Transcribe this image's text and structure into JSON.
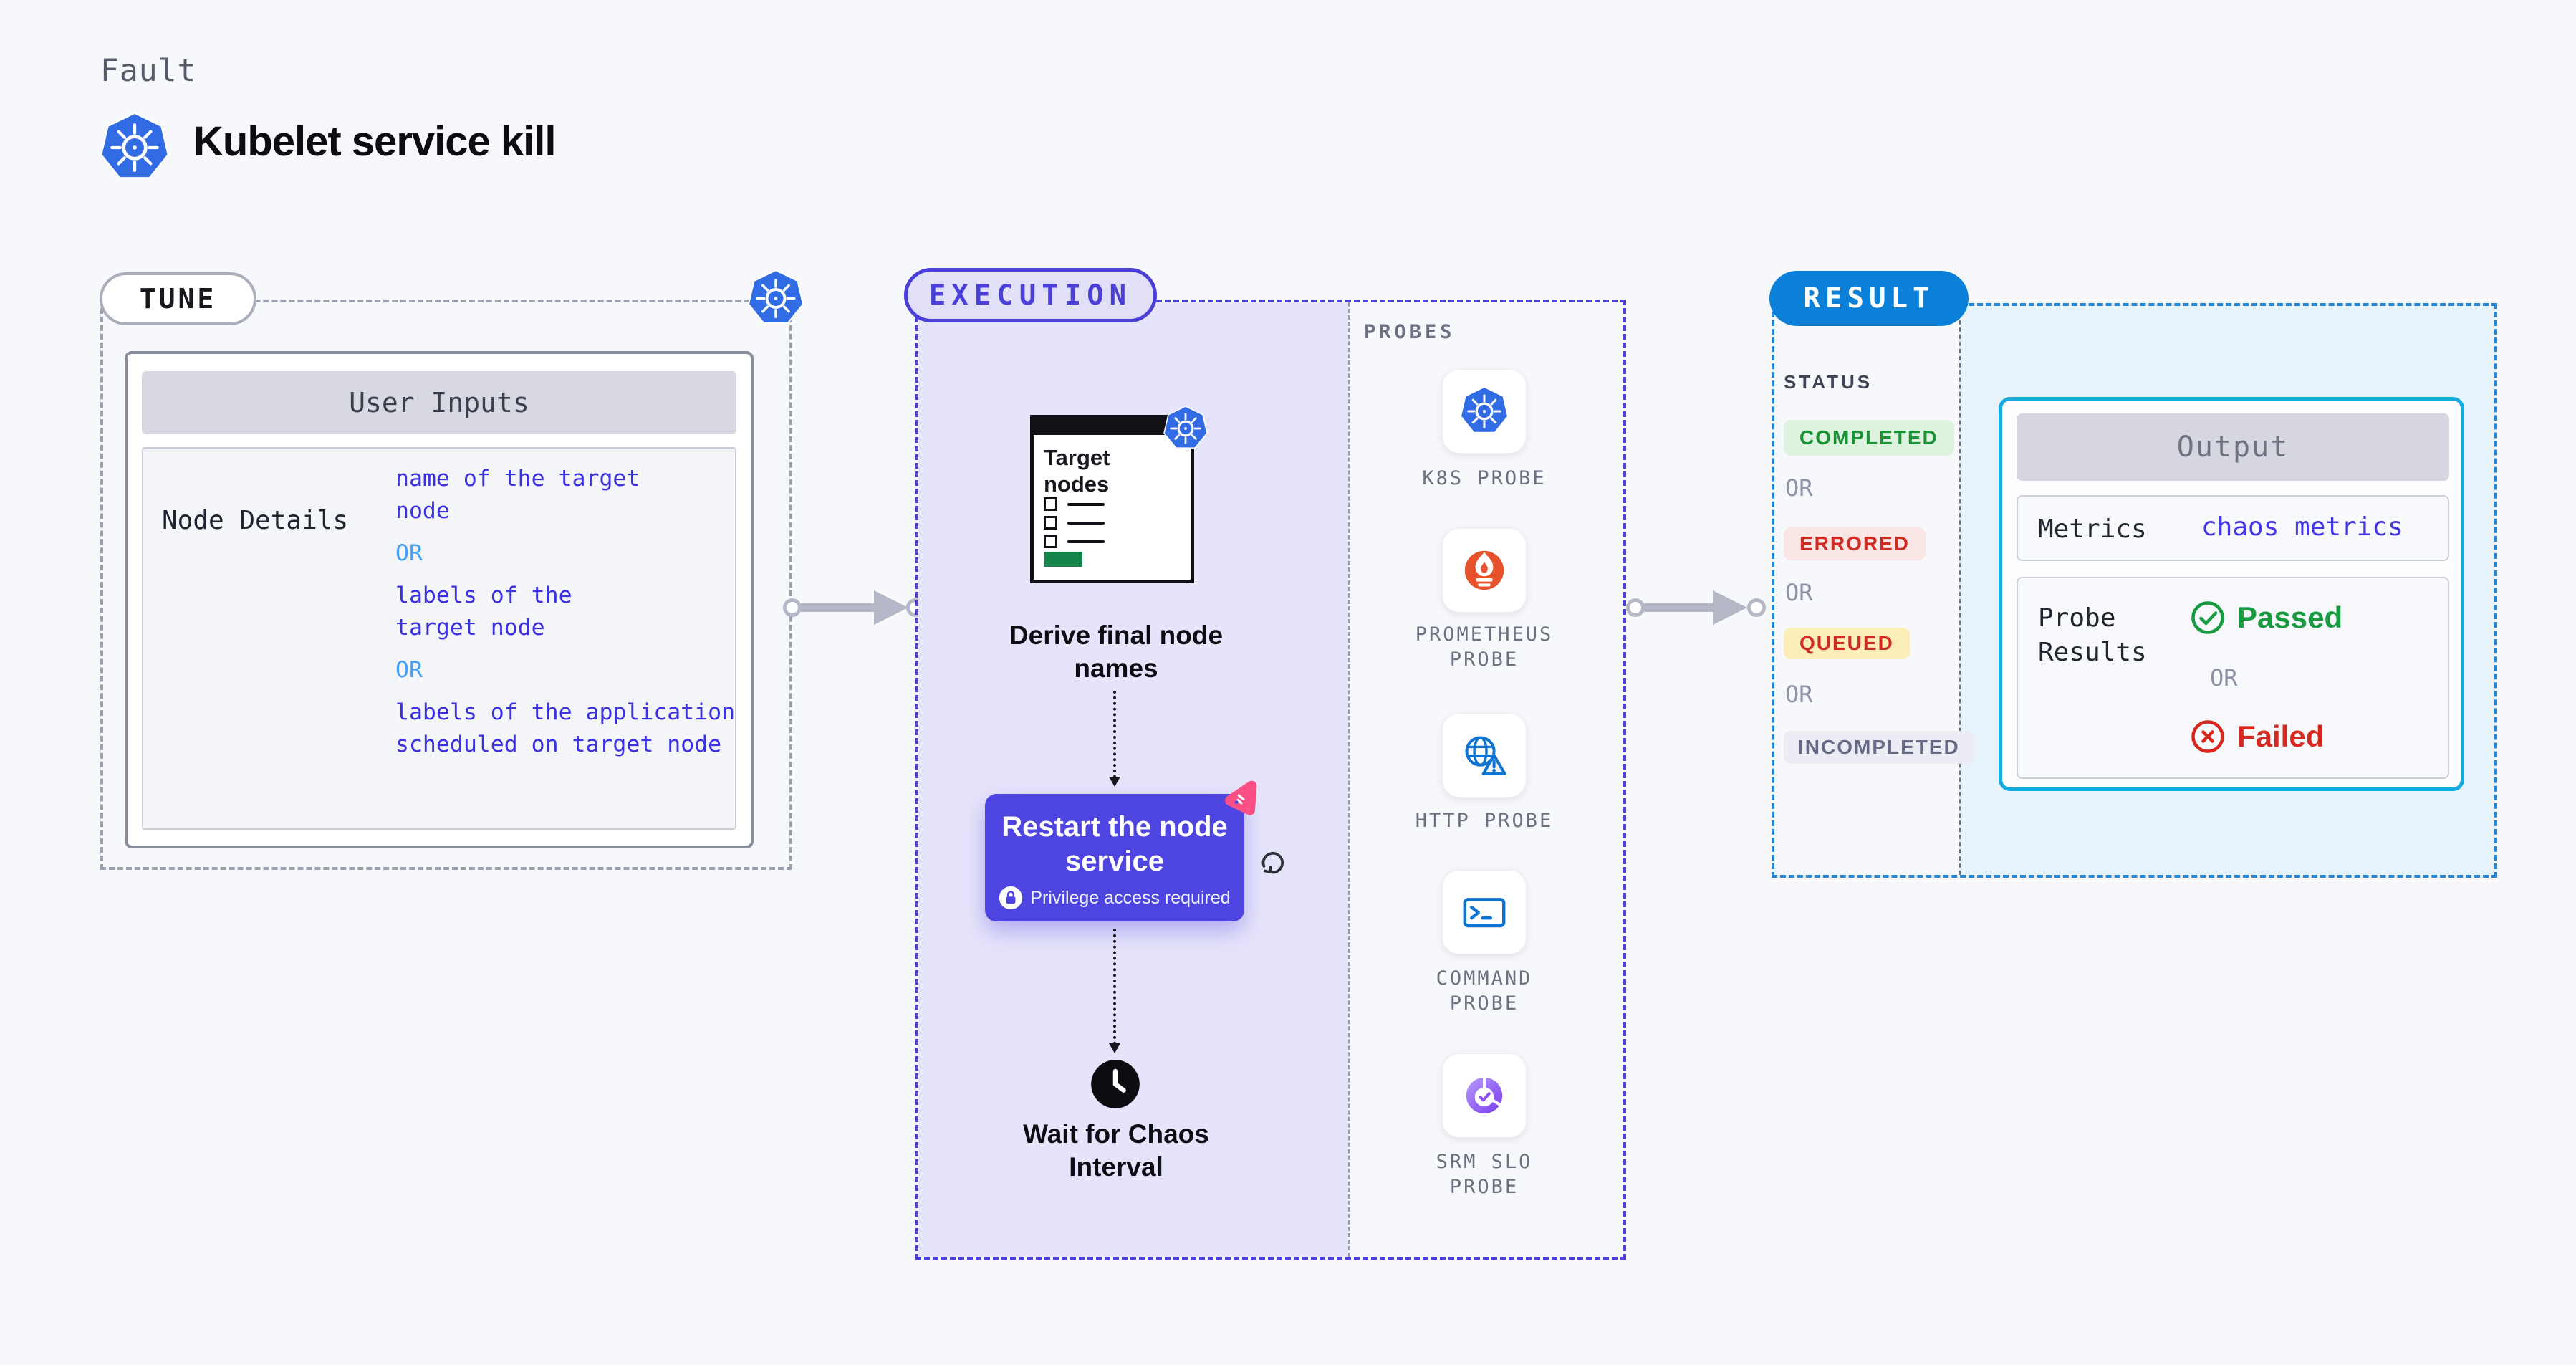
{
  "header": {
    "eyebrow": "Fault",
    "title": "Kubelet service kill",
    "icon": "kubernetes-icon"
  },
  "tune": {
    "label": "TUNE",
    "corner_icon": "kubernetes-icon",
    "panel": {
      "title": "User Inputs",
      "row": {
        "label": "Node Details",
        "value_1": "name of the target node",
        "or_1": "OR",
        "value_2": "labels of the target node",
        "or_2": "OR",
        "value_3": "labels of the application scheduled on target node"
      }
    }
  },
  "execution": {
    "label": "EXECUTION",
    "target_card": {
      "title": "Target nodes",
      "badge_icon": "kubernetes-icon"
    },
    "step_derive": "Derive final node names",
    "restart": {
      "title": "Restart the node service",
      "privilege_note": "Privilege access required",
      "corner_icon": "chaos-icon",
      "side_icon": "refresh-icon"
    },
    "wait_icon": "clock-icon",
    "step_wait": "Wait for Chaos Interval"
  },
  "probes": {
    "label": "PROBES",
    "items": [
      {
        "label": "K8S PROBE",
        "icon": "kubernetes-icon"
      },
      {
        "label": "PROMETHEUS PROBE",
        "icon": "prometheus-icon"
      },
      {
        "label": "HTTP PROBE",
        "icon": "http-globe-warning-icon"
      },
      {
        "label": "COMMAND PROBE",
        "icon": "terminal-icon"
      },
      {
        "label": "SRM SLO PROBE",
        "icon": "slo-donut-check-icon"
      }
    ]
  },
  "result": {
    "label": "RESULT",
    "status": {
      "heading": "STATUS",
      "completed": "COMPLETED",
      "errored": "ERRORED",
      "queued": "QUEUED",
      "incompleted": "INCOMPLETED",
      "or": "OR"
    },
    "output": {
      "title": "Output",
      "metrics_label": "Metrics",
      "metrics_value": "chaos metrics",
      "probe_results_label": "Probe Results",
      "passed": "Passed",
      "or": "OR",
      "failed": "Failed"
    }
  },
  "colors": {
    "page_bg": "#f7f8fb",
    "kubernetes_blue": "#326ce5",
    "execution_indigo": "#4b3fd9",
    "execution_fill": "#e6e4fa",
    "restart_box": "#4e45e1",
    "result_blue": "#0b80d8",
    "output_border_cyan": "#14a9e0",
    "output_fill": "#e6f3fb",
    "value_indigo": "#3a31e3",
    "or_blue": "#45a0f4",
    "completed_green": "#1a9235",
    "errored_red": "#cf2b23",
    "queued_bg": "#fceeb9",
    "passed_green": "#189a41",
    "failed_red": "#d6281e",
    "prometheus_orange": "#e6522c",
    "chaos_pink": "#fb4f86",
    "target_green": "#13854b",
    "arrow_gray": "#b5b8c7"
  }
}
